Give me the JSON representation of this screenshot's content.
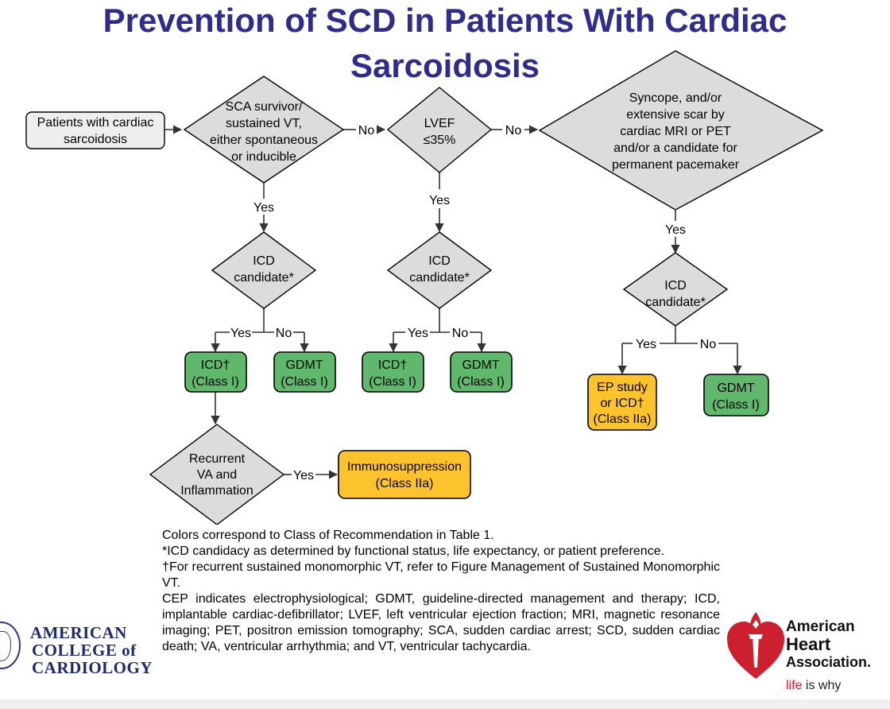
{
  "title": {
    "line1": "Prevention of SCD in Patients With Cardiac",
    "line2": "Sarcoidosis"
  },
  "flowchart": {
    "start": [
      "Patients with cardiac",
      "sarcoidosis"
    ],
    "sca_decision": [
      "SCA survivor/",
      "sustained VT,",
      "either spontaneous",
      "or inducible"
    ],
    "lvef_decision": [
      "LVEF",
      "≤35%"
    ],
    "syncope_decision": [
      "Syncope, and/or",
      "extensive scar by",
      "cardiac MRI or PET",
      "and/or a candidate for",
      "permanent pacemaker"
    ],
    "icd_candidate_1": [
      "ICD",
      "candidate*"
    ],
    "icd_candidate_2": [
      "ICD",
      "candidate*"
    ],
    "icd_candidate_3": [
      "ICD",
      "candidate*"
    ],
    "icd_class1_a": [
      "ICD†",
      "(Class I)"
    ],
    "gdmt_a": [
      "GDMT",
      "(Class I)"
    ],
    "icd_class1_b": [
      "ICD†",
      "(Class I)"
    ],
    "gdmt_b": [
      "GDMT",
      "(Class I)"
    ],
    "ep_study": [
      "EP study",
      "or ICD†",
      "(Class IIa)"
    ],
    "gdmt_c": [
      "GDMT",
      "(Class I)"
    ],
    "recurrent_decision": [
      "Recurrent",
      "VA and",
      "Inflammation"
    ],
    "immuno": [
      "Immunosuppression",
      "(Class IIa)"
    ],
    "labels": {
      "yes": "Yes",
      "no": "No"
    }
  },
  "colors": {
    "title": "#2e2d8f",
    "class_I_green": "#5fb86b",
    "class_IIa_yellow": "#fcc32d",
    "decision_gray": "#dcdcdc"
  },
  "notes": {
    "n1": "Colors correspond to Class of Recommendation in Table 1.",
    "n2": "*ICD candidacy as determined by functional status, life expectancy, or patient preference.",
    "n3": "†For recurrent sustained monomorphic VT, refer to Figure Management of Sustained Monomorphic VT.",
    "n4": "CEP indicates electrophysiological; GDMT, guideline-directed management and therapy; ICD, implantable cardiac-defibrillator; LVEF, left ventricular ejection fraction; MRI, magnetic resonance imaging; PET, positron emission tomography; SCA, sudden cardiac arrest; SCD, sudden cardiac death; VA, ventricular arrhythmia; and VT, ventricular tachycardia."
  },
  "logos": {
    "acc": [
      "AMERICAN",
      "COLLEGE of",
      "CARDIOLOGY"
    ],
    "aha": [
      "American",
      "Heart",
      "Association."
    ],
    "aha_tagline_red": "life",
    "aha_tagline_rest": " is why"
  }
}
